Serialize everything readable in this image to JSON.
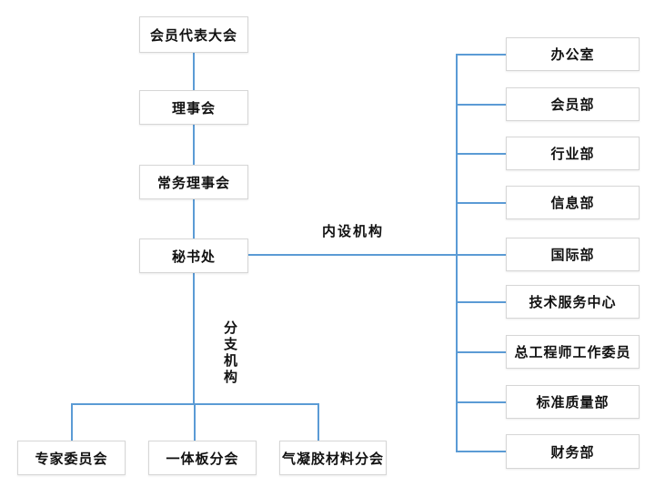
{
  "diagram": {
    "type": "org-chart",
    "colors": {
      "line": "#5b9bd5",
      "box_border": "#d6d6d6",
      "text": "#111111",
      "background": "#ffffff"
    },
    "hierarchy_chain": [
      {
        "label": "会员代表大会"
      },
      {
        "label": "理事会"
      },
      {
        "label": "常务理事会"
      },
      {
        "label": "秘书处"
      }
    ],
    "group_labels": {
      "internal": "内设机构",
      "branch": "分支机构"
    },
    "internal_departments": [
      "办公室",
      "会员部",
      "行业部",
      "信息部",
      "国际部",
      "技术服务中心",
      "总工程师工作委员",
      "标准质量部",
      "财务部"
    ],
    "branch_organizations": [
      "专家委员会",
      "一体板分会",
      "气凝胶材料分会"
    ]
  }
}
